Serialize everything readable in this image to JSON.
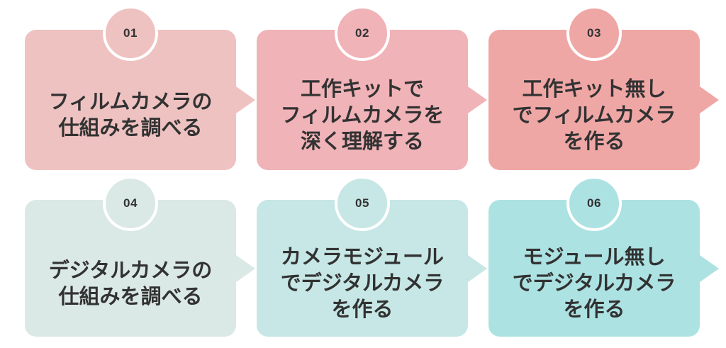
{
  "background": "#ffffff",
  "text_color": "#323232",
  "steps": [
    {
      "number": "01",
      "label": "フィルムカメラの\n仕組みを調べる",
      "color": "#efc2c2"
    },
    {
      "number": "02",
      "label": "工作キットで\nフィルムカメラを\n深く理解する",
      "color": "#f0b3b8"
    },
    {
      "number": "03",
      "label": "工作キット無し\nでフィルムカメラ\nを作る",
      "color": "#efa7a6"
    },
    {
      "number": "04",
      "label": "デジタルカメラの\n仕組みを調べる",
      "color": "#dbe9e6"
    },
    {
      "number": "05",
      "label": "カメラモジュール\nでデジタルカメラ\nを作る",
      "color": "#c6e7e5"
    },
    {
      "number": "06",
      "label": "モジュール無し\nでデジタルカメラ\nを作る",
      "color": "#ade2e3"
    }
  ]
}
